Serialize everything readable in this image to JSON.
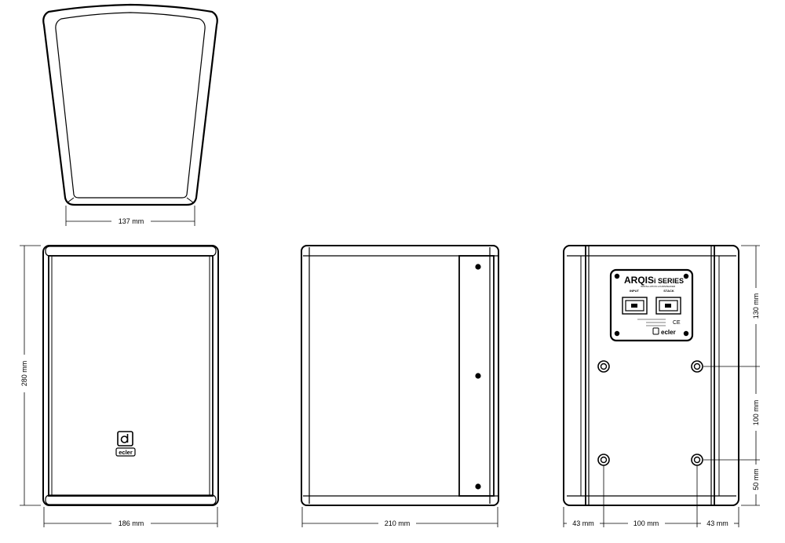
{
  "dimensions": {
    "top_width": "137 mm",
    "front_width": "186 mm",
    "front_height": "280 mm",
    "side_depth": "210 mm",
    "back_top_offset": "130 mm",
    "back_hole_vspacing": "100 mm",
    "back_bottom_offset": "50 mm",
    "back_left_offset": "43 mm",
    "back_hole_hspacing": "100 mm",
    "back_right_offset": "43 mm"
  },
  "labels": {
    "brand": "ecler",
    "series_title": "ARQIS",
    "series_suffix": "i SERIES",
    "subtitle": "INSTALLATION LOUDSPEAKER",
    "input_label": "INPUT",
    "stack_label": "STACK",
    "ce_mark": "CE"
  }
}
